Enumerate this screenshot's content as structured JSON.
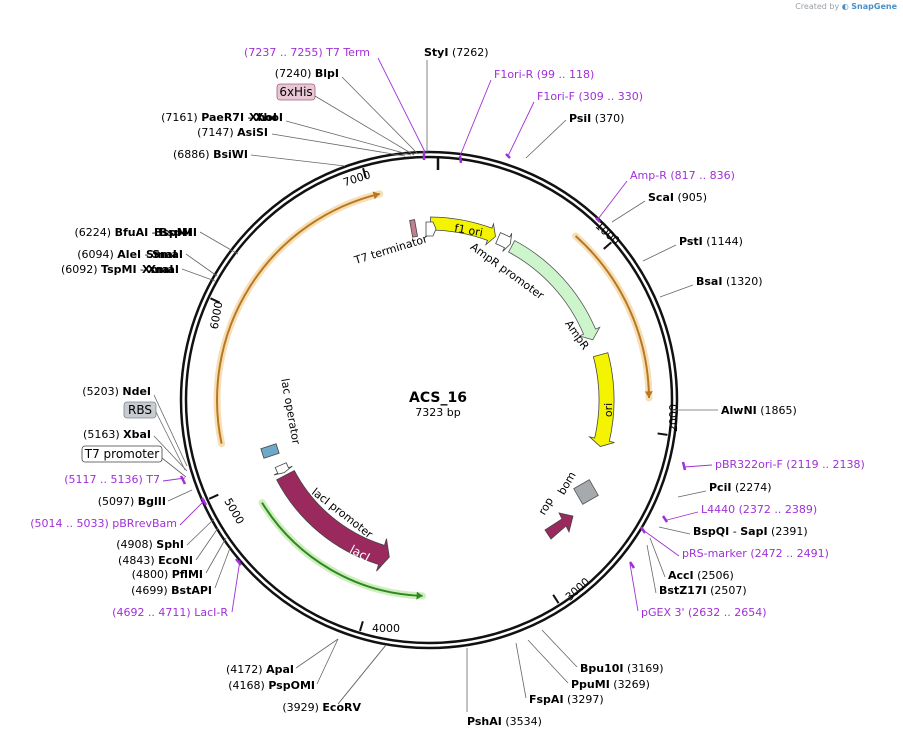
{
  "header": {
    "created_by": "Created by",
    "brand": "SnapGene"
  },
  "plasmid": {
    "name": "ACS_16",
    "length": "7323 bp",
    "total_bp": 7323
  },
  "ticks": [
    "1000",
    "2000",
    "3000",
    "4000",
    "5000",
    "6000",
    "7000"
  ],
  "features": [
    {
      "label": "f1 ori",
      "kind": "arrow-fill",
      "color": "#f4f400",
      "text_color": "#000000",
      "dir": "cw"
    },
    {
      "label": "AmpR promoter",
      "kind": "outline-arrow",
      "color": "#ffffff",
      "dir": "cw"
    },
    {
      "label": "AmpR",
      "kind": "arrow",
      "color": "#ccf5cc",
      "dir": "cw"
    },
    {
      "label": "ori",
      "kind": "arrow-fill",
      "color": "#f4f400",
      "text_color": "#000000",
      "dir": "cw"
    },
    {
      "label": "bom",
      "kind": "box",
      "color": "#a6aaad"
    },
    {
      "label": "rop",
      "kind": "block-arrow",
      "color": "#9a2a5e"
    },
    {
      "label": "lacI",
      "kind": "arrow-fill",
      "color": "#9a2a5e",
      "text_color": "#ffffff",
      "dir": "ccw"
    },
    {
      "label": "lacI promoter",
      "kind": "outline-arrow",
      "color": "#ffffff",
      "dir": "ccw"
    },
    {
      "label": "lac operator",
      "kind": "small-box",
      "color": "#6fa8c8"
    },
    {
      "label": "T7 terminator",
      "kind": "small-box",
      "color": "#c08090"
    }
  ],
  "orf_arcs": [
    {
      "id": "orf-arc-top-right",
      "color": "#b9781f"
    },
    {
      "id": "orf-arc-left",
      "color": "#b9781f"
    },
    {
      "id": "orf-arc-bottom",
      "color": "#2d8a1c"
    }
  ],
  "enzymes": [
    {
      "name": "StyI",
      "pos": "(7262)"
    },
    {
      "name": "BlpI",
      "pos": "(7240)"
    },
    {
      "name": "PaeR7I",
      "pos": "(7161)",
      "extra_name": "XhoI"
    },
    {
      "name": "AsiSI",
      "pos": "(7147)"
    },
    {
      "name": "BsiWI",
      "pos": "(6886)"
    },
    {
      "name": "BfuAI",
      "pos": "(6224)",
      "extra_name": "BspMI"
    },
    {
      "name": "AleI",
      "pos": "(6094)",
      "extra_name": "SmaI"
    },
    {
      "name": "TspMI",
      "pos": "(6092)",
      "extra_name": "XmaI"
    },
    {
      "name": "NdeI",
      "pos": "(5203)"
    },
    {
      "name": "XbaI",
      "pos": "(5163)"
    },
    {
      "name": "BglII",
      "pos": "(5097)"
    },
    {
      "name": "SphI",
      "pos": "(4908)"
    },
    {
      "name": "EcoNI",
      "pos": "(4843)"
    },
    {
      "name": "PflMI",
      "pos": "(4800)"
    },
    {
      "name": "BstAPI",
      "pos": "(4699)"
    },
    {
      "name": "ApaI",
      "pos": "(4172)"
    },
    {
      "name": "PspOMI",
      "pos": "(4168)"
    },
    {
      "name": "EcoRV",
      "pos": "(3929)"
    },
    {
      "name": "PshAI",
      "pos": "(3534)"
    },
    {
      "name": "FspAI",
      "pos": "(3297)"
    },
    {
      "name": "PpuMI",
      "pos": "(3269)"
    },
    {
      "name": "Bpu10I",
      "pos": "(3169)"
    },
    {
      "name": "BstZ17I",
      "pos": "(2507)"
    },
    {
      "name": "AccI",
      "pos": "(2506)"
    },
    {
      "name": "BspQI",
      "pos": "(2391)",
      "extra_name": "SapI"
    },
    {
      "name": "PciI",
      "pos": "(2274)"
    },
    {
      "name": "AlwNI",
      "pos": "(1865)"
    },
    {
      "name": "BsaI",
      "pos": "(1320)"
    },
    {
      "name": "PstI",
      "pos": "(1144)"
    },
    {
      "name": "ScaI",
      "pos": "(905)"
    },
    {
      "name": "PsiI",
      "pos": "(370)"
    }
  ],
  "primers": [
    {
      "name": "T7 Term",
      "range": "(7237 .. 7255)",
      "range_first": true
    },
    {
      "name": "F1ori-R",
      "range": "(99 .. 118)"
    },
    {
      "name": "F1ori-F",
      "range": "(309 .. 330)"
    },
    {
      "name": "Amp-R",
      "range": "(817 .. 836)"
    },
    {
      "name": "pBR322ori-F",
      "range": "(2119 .. 2138)"
    },
    {
      "name": "L4440",
      "range": "(2372 .. 2389)"
    },
    {
      "name": "pRS-marker",
      "range": "(2472 .. 2491)"
    },
    {
      "name": "pGEX 3'",
      "range": "(2632 .. 2654)"
    },
    {
      "name": "LacI-R",
      "range": "(4692 .. 4711)",
      "range_first": true
    },
    {
      "name": "pBRrevBam",
      "range": "(5014 .. 5033)",
      "range_first": true
    },
    {
      "name": "T7",
      "range": "(5117 .. 5136)",
      "range_first": true
    }
  ],
  "boxed_labels": [
    {
      "label": "6xHis",
      "fill": "#e8c8d4",
      "stroke": "#a06080"
    },
    {
      "label": "RBS",
      "fill": "#c8ccd0",
      "stroke": "#808890"
    },
    {
      "label": "T7 promoter",
      "fill": "#ffffff",
      "stroke": "#404040"
    }
  ]
}
